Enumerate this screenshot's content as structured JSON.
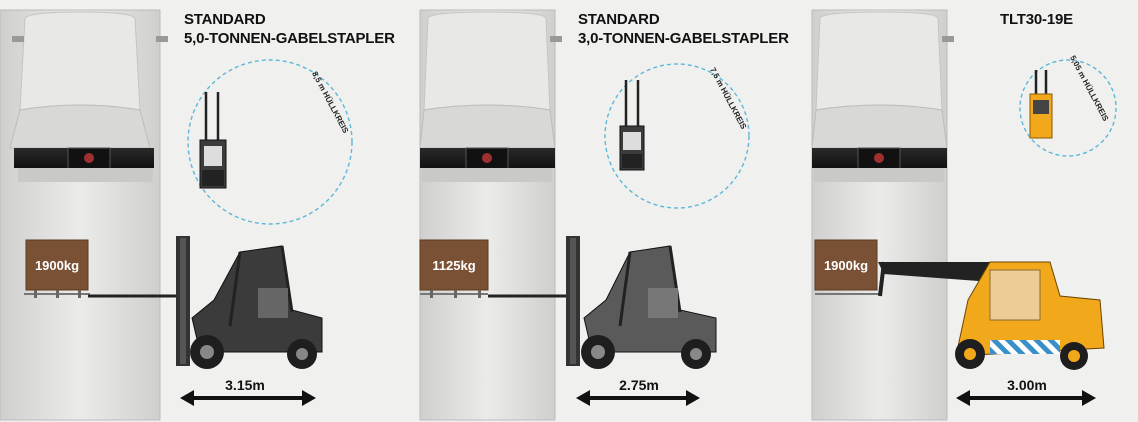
{
  "panels": [
    {
      "title_line1": "STANDARD",
      "title_line2": "5,0-TONNEN-GABELSTAPLER",
      "radius_label": "8,5 m HÜLLKREIS",
      "load_label": "1900kg",
      "dimension_label": "3.15m",
      "vehicle": "counterbalance-forklift"
    },
    {
      "title_line1": "STANDARD",
      "title_line2": "3,0-TONNEN-GABELSTAPLER",
      "radius_label": "7,5 m HÜLLKREIS",
      "load_label": "1125kg",
      "dimension_label": "2.75m",
      "vehicle": "counterbalance-forklift"
    },
    {
      "title_line1": "TLT30-19E",
      "title_line2": "",
      "radius_label": "5,05 m HÜLLKREIS",
      "load_label": "1900kg",
      "dimension_label": "3.00m",
      "vehicle": "telescopic-forklift"
    }
  ],
  "colors": {
    "background": "#f0f0ee",
    "truck_body": "#e2e2e0",
    "load_box": "#7a5134",
    "turning_circle": "#5bb8d8",
    "forklift_body": "#3b3b3b",
    "telehandler_body": "#f2a81b"
  }
}
